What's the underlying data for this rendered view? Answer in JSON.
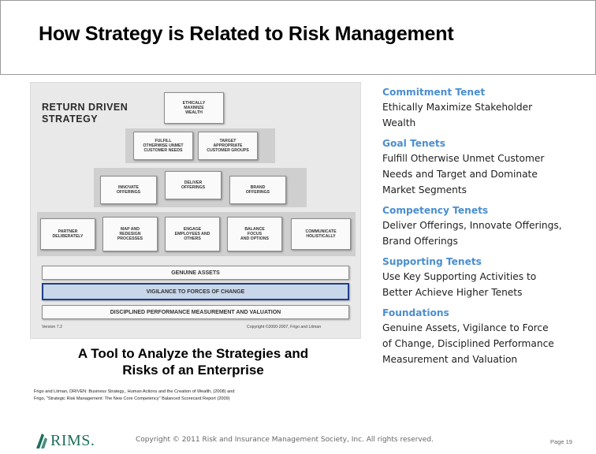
{
  "title": "How Strategy is Related to Risk Management",
  "figure": {
    "heading": [
      "RETURN DRIVEN",
      "STRATEGY"
    ],
    "top": [
      "ETHICALLY",
      "MAXIMIZE",
      "WEALTH"
    ],
    "tier2": [
      [
        "FULFILL",
        "OTHERWISE UNMET",
        "CUSTOMER NEEDS"
      ],
      [
        "TARGET",
        "APPROPRIATE",
        "CUSTOMER GROUPS"
      ]
    ],
    "tier3": [
      [
        "INNOVATE",
        "OFFERINGS"
      ],
      [
        "DELIVER",
        "OFFERINGS"
      ],
      [
        "BRAND",
        "OFFERINGS"
      ]
    ],
    "tier4": [
      [
        "PARTNER",
        "DELIBERATELY"
      ],
      [
        "MAP AND",
        "REDESIGN",
        "PROCESSES"
      ],
      [
        "ENGAGE",
        "EMPLOYEES AND",
        "OTHERS"
      ],
      [
        "BALANCE",
        "FOCUS",
        "AND OPTIONS"
      ],
      [
        "COMMUNICATE",
        "HOLISTICALLY"
      ]
    ],
    "base": [
      "GENUINE ASSETS",
      "VIGILANCE TO FORCES OF CHANGE",
      "DISCIPLINED PERFORMANCE MEASUREMENT AND VALUATION"
    ],
    "version": "Version 7.2",
    "figure_copyright": "Copyright ©2000-2007, Frigo and Litman"
  },
  "caption": [
    "A Tool to Analyze the Strategies and",
    "Risks  of an Enterprise"
  ],
  "citation": [
    "Frigo and Litman, DRIVEN: Business Strategy,, Human Actions and the Creation of  Wealth, (2008) and",
    "Frigo, \"Strategic Risk Management: The New Core Competency\" Balanced Scorecard Report (2009)"
  ],
  "tenets": [
    {
      "heading": "Commitment Tenet",
      "body": [
        "Ethically Maximize Stakeholder",
        "Wealth"
      ]
    },
    {
      "heading": "Goal Tenets",
      "body": [
        "Fulfill Otherwise Unmet Customer",
        "Needs and Target and Dominate",
        "Market Segments"
      ]
    },
    {
      "heading": "Competency Tenets",
      "body": [
        "Deliver Offerings, Innovate Offerings,",
        "Brand Offerings"
      ]
    },
    {
      "heading": "Supporting Tenets",
      "body": [
        "Use Key Supporting Activities to",
        "Better Achieve Higher Tenets"
      ]
    },
    {
      "heading": "Foundations",
      "body": [
        "Genuine Assets, Vigilance to Force",
        "of Change, Disciplined Performance",
        "Measurement and Valuation"
      ]
    }
  ],
  "footer": {
    "logo_text": "RIMS.",
    "copyright": "Copyright © 2011 Risk and Insurance Management Society, Inc. All rights reserved.",
    "page": "Page 19"
  },
  "colors": {
    "tenet_heading": "#4a8ed0",
    "vigilance_highlight": "#1f3f8a",
    "logo": "#1d6f5d"
  }
}
